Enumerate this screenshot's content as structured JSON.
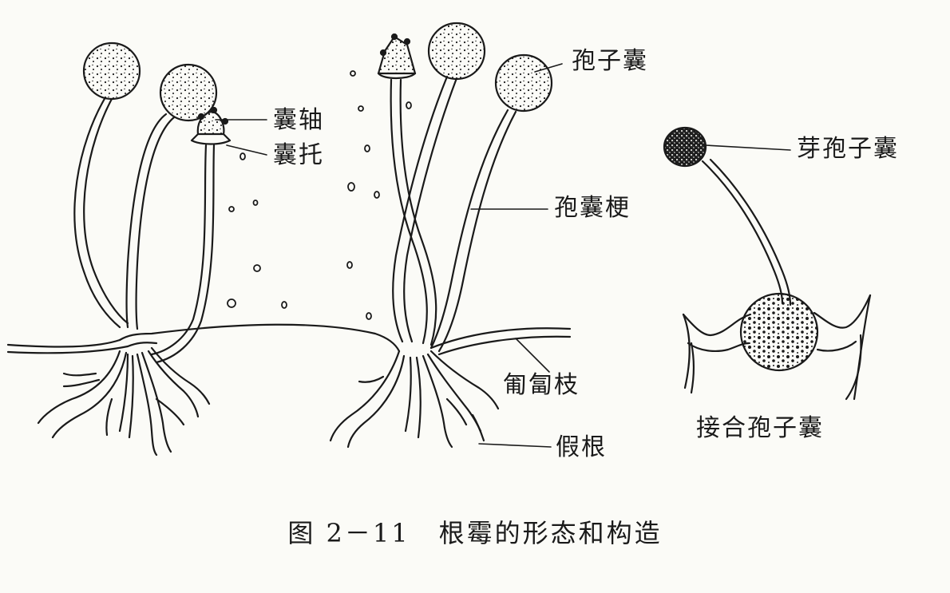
{
  "labels": {
    "sporangium": "孢子囊",
    "columella": "囊轴",
    "apophysis": "囊托",
    "sporangiophore": "孢囊梗",
    "stolon": "匍匐枝",
    "rhizoid": "假根",
    "budding_sporangium": "芽孢子囊",
    "zygosporangium": "接合孢子囊"
  },
  "caption": {
    "figure_number": "图 2－11",
    "title": "根霉的形态和构造"
  },
  "colors": {
    "ink": "#1a1a1a",
    "paper": "#fbfbf7"
  }
}
